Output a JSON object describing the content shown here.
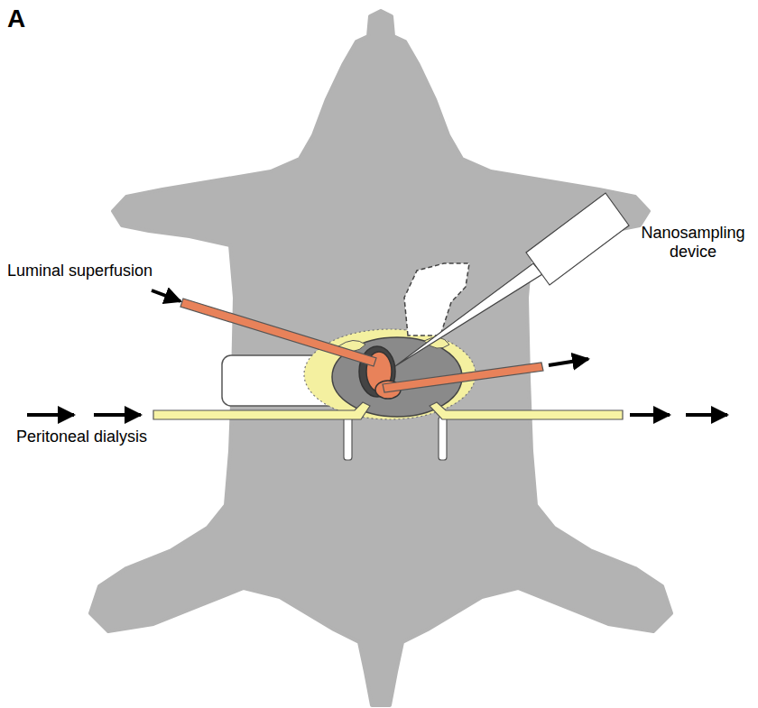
{
  "diagram": {
    "labels": [
      "A",
      "Luminal superfusion",
      "Nanosampling device",
      "Peritoneal dialysis"
    ]
  }
}
